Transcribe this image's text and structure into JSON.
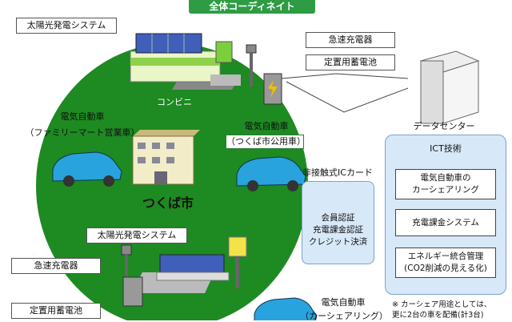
{
  "title": "全体コーディネイト",
  "labels": {
    "solar_top": "太陽光発電システム",
    "quick_charger_top": "急速充電器",
    "storage_top": "定置用蓄電池",
    "convenience": "コンビニ",
    "ev_familymart_1": "電気自動車",
    "ev_familymart_2": "（ファミリーマート営業車）",
    "ev_tsukuba_1": "電気自動車",
    "ev_tsukuba_2": "（つくば市公用車）",
    "city": "つくば市",
    "solar_bottom": "太陽光発電システム",
    "quick_charger_bottom": "急速充電器",
    "storage_bottom": "定置用蓄電池",
    "data_center": "データセンター",
    "ic_card": "非接触式ICカード",
    "card_line1": "会員認証",
    "card_line2": "充電課金認証",
    "card_line3": "クレジット決済",
    "ict_title": "ICT技術",
    "ict_item1_l1": "電気自動車の",
    "ict_item1_l2": "カーシェアリング",
    "ict_item2": "充電課金システム",
    "ict_item3_l1": "エネルギー統合管理",
    "ict_item3_l2": "(CO2削減の見える化)",
    "ev_share_1": "電気自動車",
    "ev_share_2": "（カーシェアリング）",
    "footnote_1": "※ カーシェア用途としては、",
    "footnote_2": "更に2台の車を配備(計3台)"
  },
  "colors": {
    "oval": "#1e8a22",
    "title_bg": "#2e9c44",
    "panel_bg": "#d7e8f8",
    "car": "#29a3dd",
    "panel_blue": "#2f4aa8"
  }
}
